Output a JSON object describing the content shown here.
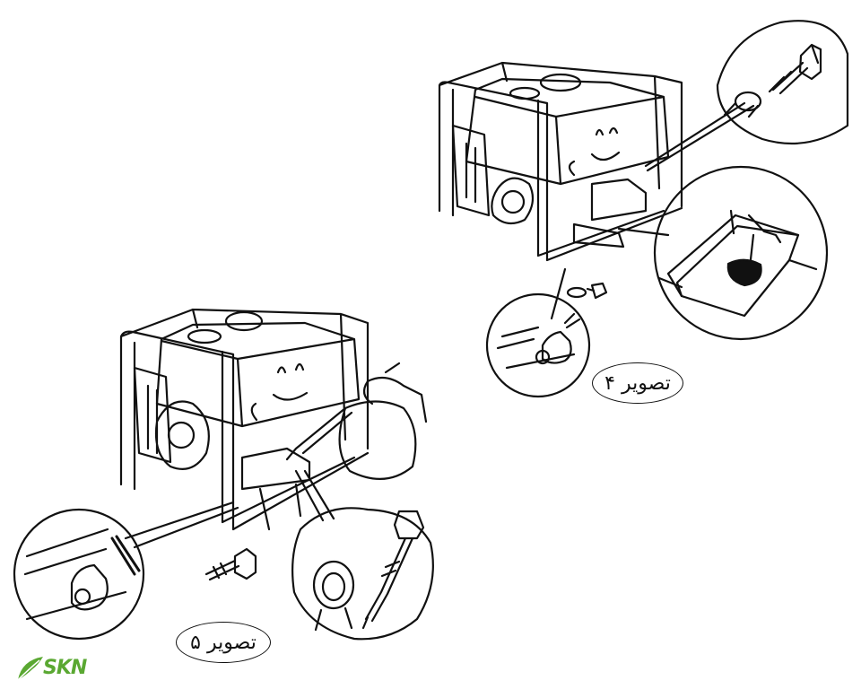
{
  "figures": [
    {
      "caption": "تصویر ۴"
    },
    {
      "caption": "تصویر ۵"
    }
  ],
  "watermark": {
    "text": "SKN",
    "color": "#5aa832"
  },
  "ink_color": "#111111"
}
